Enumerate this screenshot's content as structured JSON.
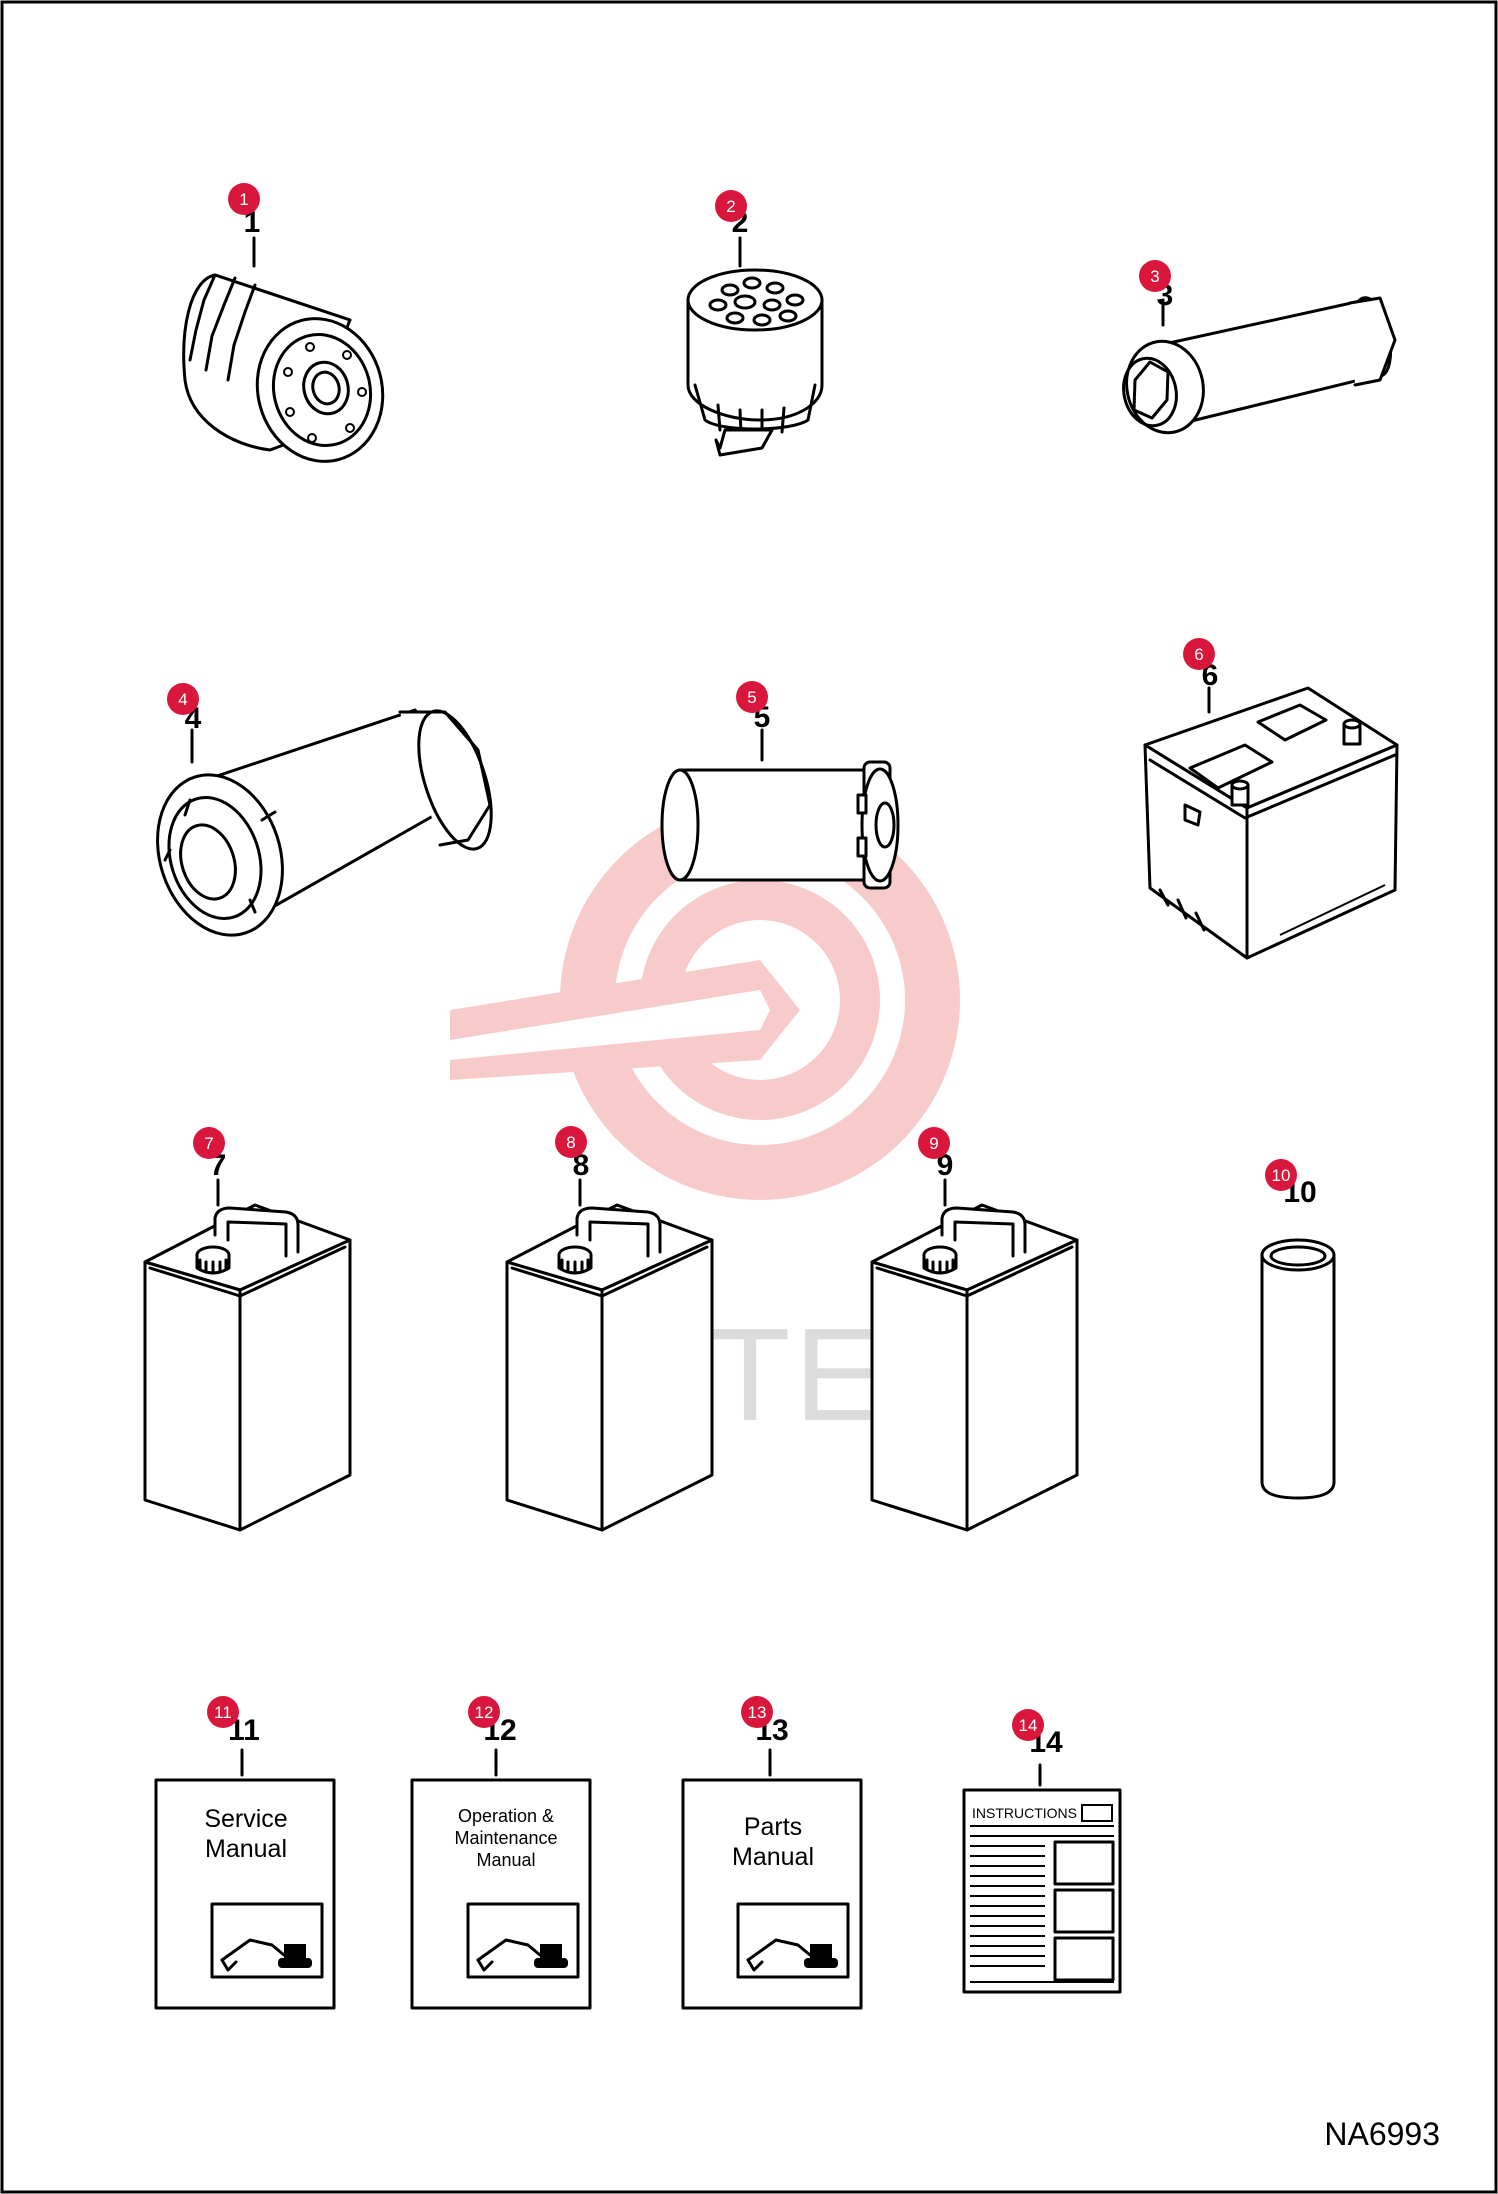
{
  "parts": [
    {
      "callout": "1",
      "badge": "1"
    },
    {
      "callout": "2",
      "badge": "2"
    },
    {
      "callout": "3",
      "badge": "3"
    },
    {
      "callout": "4",
      "badge": "4"
    },
    {
      "callout": "5",
      "badge": "5"
    },
    {
      "callout": "6",
      "badge": "6"
    },
    {
      "callout": "7",
      "badge": "7"
    },
    {
      "callout": "8",
      "badge": "8"
    },
    {
      "callout": "9",
      "badge": "9"
    },
    {
      "callout": "10",
      "badge": "10"
    },
    {
      "callout": "11",
      "badge": "11"
    },
    {
      "callout": "12",
      "badge": "12"
    },
    {
      "callout": "13",
      "badge": "13"
    },
    {
      "callout": "14",
      "badge": "14"
    }
  ],
  "manuals": {
    "service": [
      "Service",
      "Manual"
    ],
    "operation": [
      "Operation &",
      "Maintenance",
      "Manual"
    ],
    "parts": [
      "Parts",
      "Manual"
    ],
    "instructions": "INSTRUCTIONS"
  },
  "watermark": {
    "text": "ИНТЕХ",
    "color": "#f7c3c3"
  },
  "badge_color": "#d9173c",
  "drawing_code": "NA6993"
}
